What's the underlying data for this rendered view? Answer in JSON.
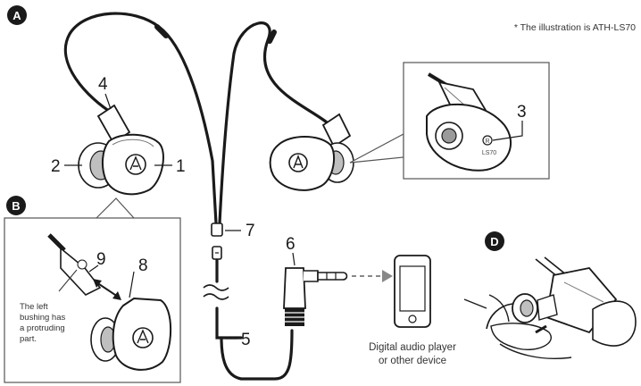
{
  "note": "* The illustration is ATH-LS70",
  "panels": {
    "a": "A",
    "b": "B",
    "d": "D"
  },
  "callouts": [
    "1",
    "2",
    "3",
    "4",
    "5",
    "6",
    "7",
    "8",
    "9"
  ],
  "left_bushing_note": [
    "The left",
    "bushing has",
    "a protruding",
    "part."
  ],
  "device_caption": [
    "Digital audio player",
    "or other device"
  ],
  "channel_mark": "R",
  "model_label": "LS70"
}
